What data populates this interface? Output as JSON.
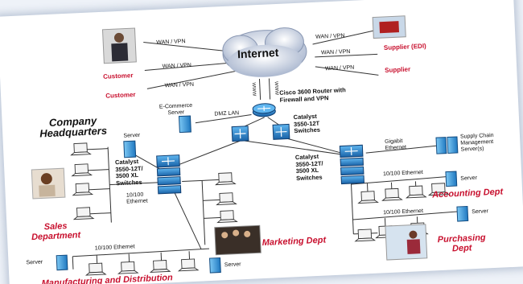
{
  "title": "Internet",
  "links": {
    "wan_vpn": "WAN / VPN",
    "dmz": "DMZ LAN",
    "www": "WWW",
    "ethernet_10_100": "10/100 Ethernet",
    "ethernet_10_100_short": "10/100\nEthernet",
    "gigabit": "Gigabit\nEthernet"
  },
  "external": {
    "customer": "Customer",
    "supplier_edi": "Supplier (EDI)",
    "supplier": "Supplier"
  },
  "core": {
    "router": "Cisco 3600 Router with\nFirewall and VPN",
    "ecommerce": "E-Commerce\nServer",
    "catalyst_top": "Catalyst\n3550-12T\nSwitches"
  },
  "hq": {
    "heading": "Company\nHeadquarters",
    "switch_left": "Catalyst\n3550-12T/\n3500 XL\nSwitches",
    "switch_right": "Catalyst\n3550-12T/\n3500 XL\nSwitches",
    "supply_chain": "Supply Chain\nManagement\nServer(s)",
    "server": "Server"
  },
  "departments": {
    "sales": "Sales\nDepartment",
    "marketing": "Marketing Dept",
    "manufacturing": "Manufacturing and Distribution",
    "accounting": "Accounting Dept",
    "purchasing": "Purchasing\nDept"
  },
  "colors": {
    "label_red": "#c8102e",
    "cloud": "#b9c6dd",
    "switch_blue": "#2a7fc9",
    "server_blue": "#3aa0e0"
  }
}
